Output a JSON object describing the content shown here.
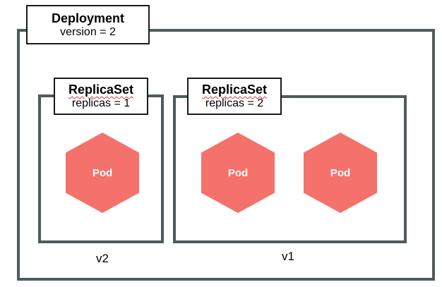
{
  "deployment": {
    "title": "Deployment",
    "version": "version = 2"
  },
  "replicasets": [
    {
      "title": "ReplicaSet",
      "replicas": "replicas = 1",
      "version_label": "v2",
      "pods": [
        "Pod"
      ]
    },
    {
      "title": "ReplicaSet",
      "replicas": "replicas = 2",
      "version_label": "v1",
      "pods": [
        "Pod",
        "Pod"
      ]
    }
  ],
  "colors": {
    "frame": "#4f5b5c",
    "pod": "#f4726b",
    "pod_text": "#ffffff"
  }
}
